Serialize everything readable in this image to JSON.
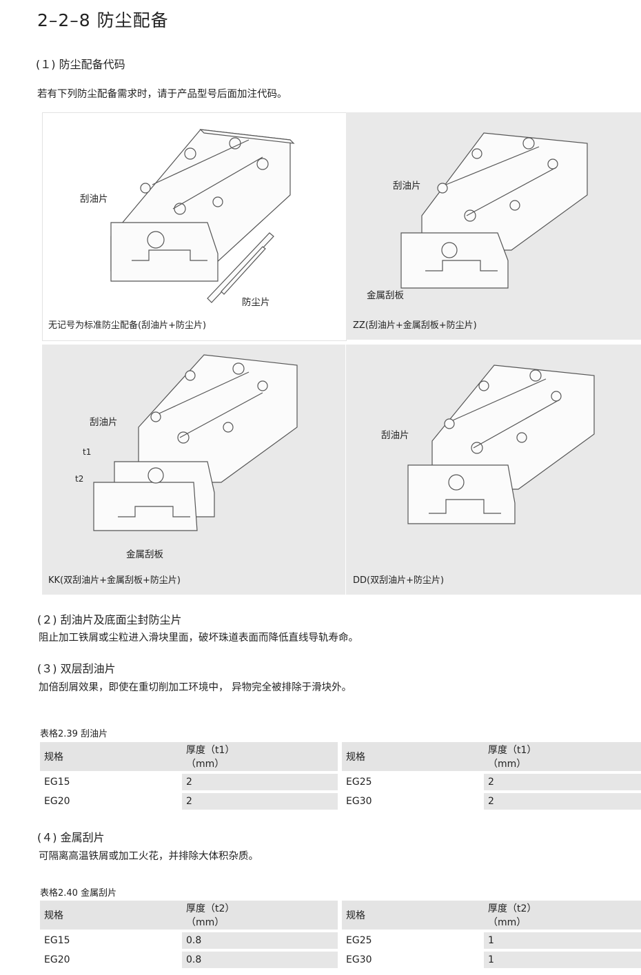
{
  "section_title": "2–2–8 防尘配备",
  "sub1": {
    "title": "(１) 防尘配备代码",
    "text": "若有下列防尘配备需求时，请于产品型号后面加注代码。"
  },
  "figures": [
    {
      "caption": "无记号为标准防尘配备(刮油片+防尘片)",
      "labels": [
        "刮油片",
        "防尘片"
      ]
    },
    {
      "caption": "ZZ(刮油片+金属刮板+防尘片)",
      "labels": [
        "刮油片",
        "金属刮板"
      ]
    },
    {
      "caption": "KK(双刮油片+金属刮板+防尘片)",
      "labels": [
        "刮油片",
        "t1",
        "t2",
        "金属刮板"
      ]
    },
    {
      "caption": "DD(双刮油片+防尘片)",
      "labels": [
        "刮油片"
      ]
    }
  ],
  "sub2": {
    "title": "(２) 刮油片及底面尘封防尘片",
    "text": "阻止加工铁屑或尘粒进入滑块里面，破坏珠道表面而降低直线导轨寿命。"
  },
  "sub3": {
    "title": "(３) 双层刮油片",
    "text": "加倍刮屑效果，即使在重切削加工环境中， 异物完全被排除于滑块外。"
  },
  "table1": {
    "caption": "表格2.39  刮油片",
    "header": {
      "spec": "规格",
      "thick_line1": "厚度（t1）",
      "thick_line2": "（mm）"
    },
    "left": [
      {
        "spec": "EG15",
        "value": "2"
      },
      {
        "spec": "EG20",
        "value": "2"
      }
    ],
    "right": [
      {
        "spec": "EG25",
        "value": "2"
      },
      {
        "spec": "EG30",
        "value": "2"
      }
    ]
  },
  "sub4": {
    "title": "(４) 金属刮片",
    "text": "可隔离高温铁屑或加工火花，并排除大体积杂质。"
  },
  "table2": {
    "caption": "表格2.40  金属刮片",
    "header": {
      "spec": "规格",
      "thick_line1": "厚度（t2）",
      "thick_line2": "（mm）"
    },
    "left": [
      {
        "spec": "EG15",
        "value": "0.8"
      },
      {
        "spec": "EG20",
        "value": "0.8"
      }
    ],
    "right": [
      {
        "spec": "EG25",
        "value": "1"
      },
      {
        "spec": "EG30",
        "value": "1"
      }
    ]
  }
}
